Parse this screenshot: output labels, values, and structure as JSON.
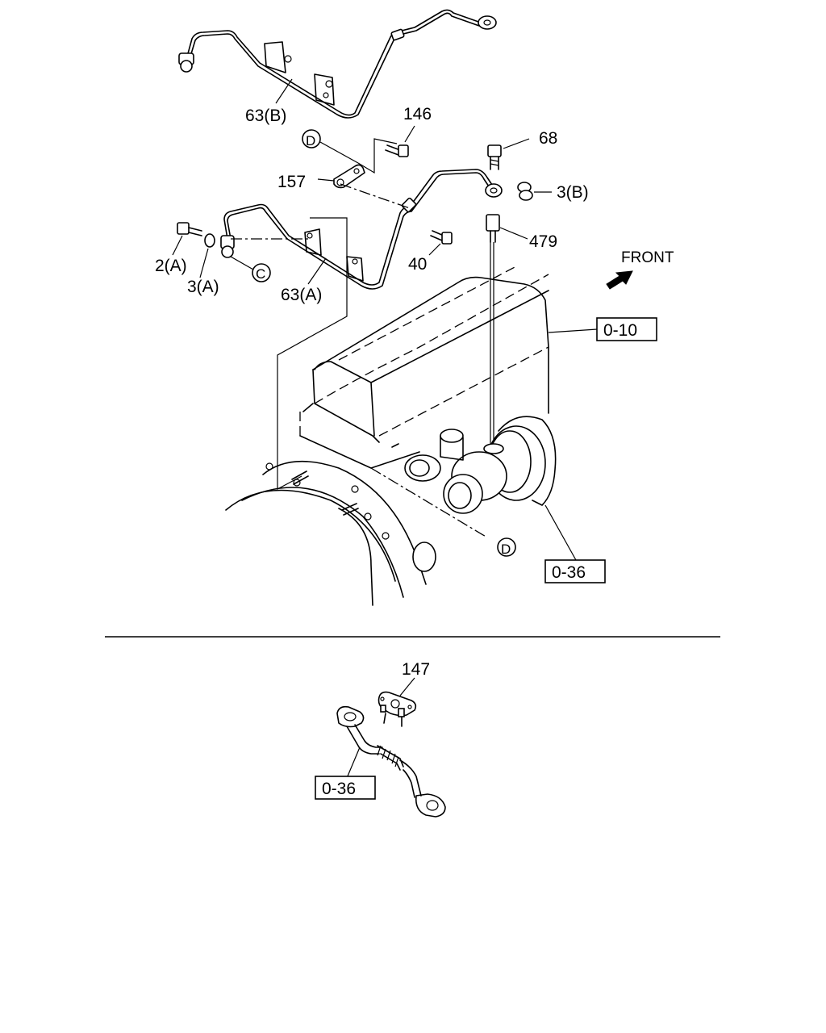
{
  "labels": {
    "pipe_b": "63(B)",
    "bolt_146": "146",
    "bolt_68": "68",
    "bracket_157": "157",
    "washer_3b": "3(B)",
    "adapter_479": "479",
    "bolt_2a": "2(A)",
    "washer_3a": "3(A)",
    "pipe_a": "63(A)",
    "bolt_40": "40",
    "front": "FRONT",
    "ref_010": "0-10",
    "ref_036_top": "0-36",
    "gasket_147": "147",
    "ref_036_bottom": "0-36"
  },
  "markers": {
    "d_top": "D",
    "c": "C",
    "d_bottom": "D"
  },
  "icons": {
    "front_arrow": "front-arrow-icon"
  },
  "colors": {
    "line": "#000000",
    "background": "#ffffff"
  }
}
